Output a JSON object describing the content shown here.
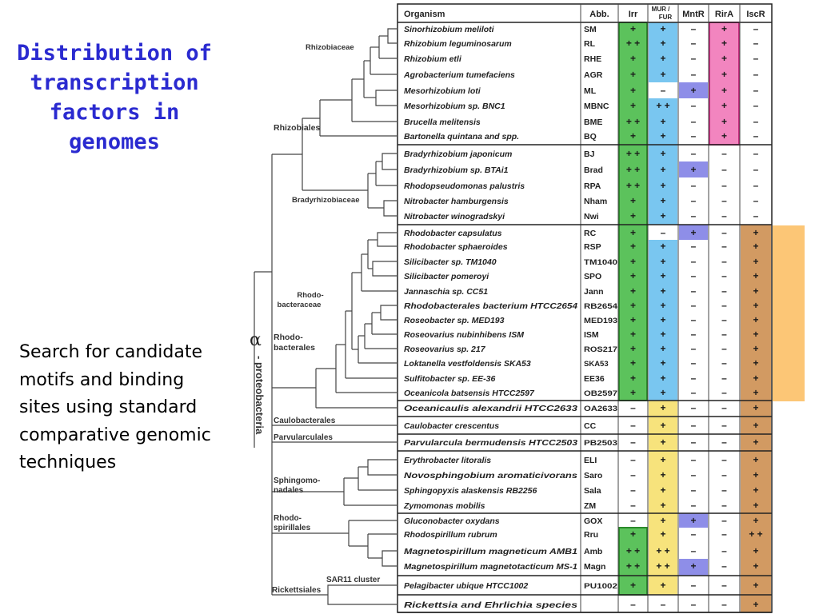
{
  "title": "Distribution of transcription factors in genomes",
  "note": "Search for candidate motifs and binding sites using standard comparative genomic techniques",
  "table": {
    "headers": [
      "Organism",
      "Abb.",
      "Irr",
      "MUR / FUR",
      "MntR",
      "RirA",
      "IscR"
    ],
    "rows": [
      {
        "org": "Sinorhizobium meliloti",
        "abb": "SM",
        "v": [
          "+",
          "+",
          "–",
          "+",
          "–"
        ]
      },
      {
        "org": "Rhizobium leguminosarum",
        "abb": "RL",
        "v": [
          "+ +",
          "+",
          "–",
          "+",
          "–"
        ]
      },
      {
        "org": "Rhizobium etli",
        "abb": "RHE",
        "v": [
          "+",
          "+",
          "–",
          "+",
          "–"
        ]
      },
      {
        "org": "Agrobacterium tumefaciens",
        "abb": "AGR",
        "v": [
          "+",
          "+",
          "–",
          "+",
          "–"
        ]
      },
      {
        "org": "Mesorhizobium loti",
        "abb": "ML",
        "v": [
          "+",
          "–",
          "+",
          "+",
          "–"
        ]
      },
      {
        "org": "Mesorhizobium sp. BNC1",
        "abb": "MBNC",
        "v": [
          "+",
          "+ +",
          "–",
          "+",
          "–"
        ]
      },
      {
        "org": "Brucella melitensis",
        "abb": "BME",
        "v": [
          "+ +",
          "+",
          "–",
          "+",
          "–"
        ]
      },
      {
        "org": "Bartonella quintana and spp.",
        "abb": "BQ",
        "v": [
          "+",
          "+",
          "–",
          "+",
          "–"
        ]
      },
      {
        "org": "Bradyrhizobium japonicum",
        "abb": "BJ",
        "v": [
          "+ +",
          "+",
          "–",
          "–",
          "–"
        ]
      },
      {
        "org": "Bradyrhizobium sp. BTAi1",
        "abb": "Brad",
        "v": [
          "+ +",
          "+",
          "+",
          "–",
          "–"
        ]
      },
      {
        "org": "Rhodopseudomonas palustris",
        "abb": "RPA",
        "v": [
          "+ +",
          "+",
          "–",
          "–",
          "–"
        ]
      },
      {
        "org": "Nitrobacter hamburgensis",
        "abb": "Nham",
        "v": [
          "+",
          "+",
          "–",
          "–",
          "–"
        ]
      },
      {
        "org": "Nitrobacter winogradskyi",
        "abb": "Nwi",
        "v": [
          "+",
          "+",
          "–",
          "–",
          "–"
        ]
      },
      {
        "org": "Rhodobacter capsulatus",
        "abb": "RC",
        "v": [
          "+",
          "–",
          "+",
          "–",
          "+"
        ]
      },
      {
        "org": "Rhodobacter sphaeroides",
        "abb": "RSP",
        "v": [
          "+",
          "+",
          "–",
          "–",
          "+"
        ]
      },
      {
        "org": "Silicibacter sp. TM1040",
        "abb": "TM1040",
        "v": [
          "+",
          "+",
          "–",
          "–",
          "+"
        ]
      },
      {
        "org": "Silicibacter pomeroyi",
        "abb": "SPO",
        "v": [
          "+",
          "+",
          "–",
          "–",
          "+"
        ]
      },
      {
        "org": "Jannaschia sp. CC51",
        "abb": "Jann",
        "v": [
          "+",
          "+",
          "–",
          "–",
          "+"
        ]
      },
      {
        "org": "Rhodobacterales bacterium HTCC2654",
        "abb": "RB2654",
        "v": [
          "+",
          "+",
          "–",
          "–",
          "+"
        ]
      },
      {
        "org": "Roseobacter sp. MED193",
        "abb": "MED193",
        "v": [
          "+",
          "+",
          "–",
          "–",
          "+"
        ]
      },
      {
        "org": "Roseovarius nubinhibens ISM",
        "abb": "ISM",
        "v": [
          "+",
          "+",
          "–",
          "–",
          "+"
        ]
      },
      {
        "org": "Roseovarius sp. 217",
        "abb": "ROS217",
        "v": [
          "+",
          "+",
          "–",
          "–",
          "+"
        ]
      },
      {
        "org": "Loktanella vestfoldensis SKA53",
        "abb": "SKA53",
        "v": [
          "+",
          "+",
          "–",
          "–",
          "+"
        ]
      },
      {
        "org": "Sulfitobacter sp. EE-36",
        "abb": "EE36",
        "v": [
          "+",
          "+",
          "–",
          "–",
          "+"
        ]
      },
      {
        "org": "Oceanicola batsensis HTCC2597",
        "abb": "OB2597",
        "v": [
          "+",
          "+",
          "–",
          "–",
          "+"
        ]
      },
      {
        "org": "Oceanicaulis alexandrii HTCC2633",
        "abb": "OA2633",
        "v": [
          "–",
          "+",
          "–",
          "–",
          "+"
        ]
      },
      {
        "org": "Caulobacter crescentus",
        "abb": "CC",
        "v": [
          "–",
          "+",
          "–",
          "–",
          "+"
        ]
      },
      {
        "org": "Parvularcula bermudensis HTCC2503",
        "abb": "PB2503",
        "v": [
          "–",
          "+",
          "–",
          "–",
          "+"
        ]
      },
      {
        "org": "Erythrobacter litoralis",
        "abb": "ELI",
        "v": [
          "–",
          "+",
          "–",
          "–",
          "+"
        ]
      },
      {
        "org": "Novosphingobium aromaticivorans",
        "abb": "Saro",
        "v": [
          "–",
          "+",
          "–",
          "–",
          "+"
        ]
      },
      {
        "org": "Sphingopyxis alaskensis RB2256",
        "abb": "Sala",
        "v": [
          "–",
          "+",
          "–",
          "–",
          "+"
        ]
      },
      {
        "org": "Zymomonas mobilis",
        "abb": "ZM",
        "v": [
          "–",
          "+",
          "–",
          "–",
          "+"
        ]
      },
      {
        "org": "Gluconobacter oxydans",
        "abb": "GOX",
        "v": [
          "–",
          "+",
          "+",
          "–",
          "+"
        ]
      },
      {
        "org": "Rhodospirillum rubrum",
        "abb": "Rru",
        "v": [
          "+",
          "+",
          "–",
          "–",
          "+ +"
        ]
      },
      {
        "org": "Magnetospirillum magneticum AMB1",
        "abb": "Amb",
        "v": [
          "+ +",
          "+ +",
          "–",
          "–",
          "+"
        ]
      },
      {
        "org": "Magnetospirillum magnetotacticum MS-1",
        "abb": "Magn",
        "v": [
          "+ +",
          "+ +",
          "+",
          "–",
          "+"
        ]
      },
      {
        "org": "Pelagibacter ubique HTCC1002",
        "abb": "PU1002",
        "v": [
          "+",
          "+",
          "–",
          "–",
          "+"
        ]
      },
      {
        "org": "Rickettsia and Ehrlichia species",
        "abb": "",
        "v": [
          "–",
          "–",
          "–",
          "–",
          "+"
        ]
      }
    ],
    "colors": {
      "irr_green": "#5cc25c",
      "fur_blue": "#79c6f0",
      "fur_yellow": "#f7e37c",
      "mntr_purple": "#8e8ee8",
      "rira_pink": "#f285bf",
      "iscr_brown": "#d29a62",
      "orange_highlight": "#fcc676",
      "title_blue": "#2a2ad0"
    }
  },
  "tree": {
    "labels": {
      "rhizobiaceae": "Rhizobiaceae",
      "rhizobiales": "Rhizobiales",
      "bradyrhizobiaceae": "Bradyrhizobiaceae",
      "rhodobacteraceae": "Rhodo- bacteraceae",
      "rhodobacterales": "Rhodo- bacterales",
      "caulobacterales": "Caulobacterales",
      "parvularculales": "Parvularculales",
      "sphingomonadales": "Sphingomo- nadales",
      "rhodospirillales": "Rhodo- spirillales",
      "sar11": "SAR11 cluster",
      "rickettsiales": "Rickettsiales",
      "alpha": "α",
      "proteobacteria": "- proteobacteria"
    }
  }
}
